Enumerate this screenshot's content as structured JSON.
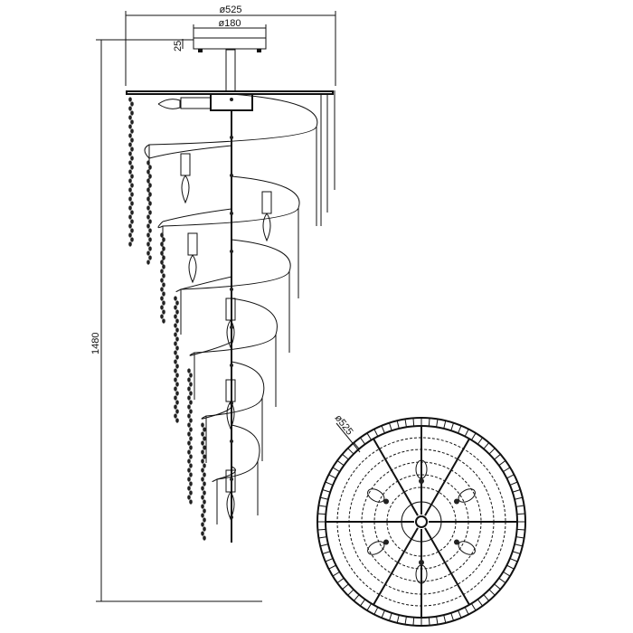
{
  "drawing": {
    "side_view": {
      "overall_diameter": "ø525",
      "canopy_diameter": "ø180",
      "canopy_height": "25",
      "overall_height": "1480"
    },
    "top_view": {
      "diameter": "ø525"
    }
  }
}
